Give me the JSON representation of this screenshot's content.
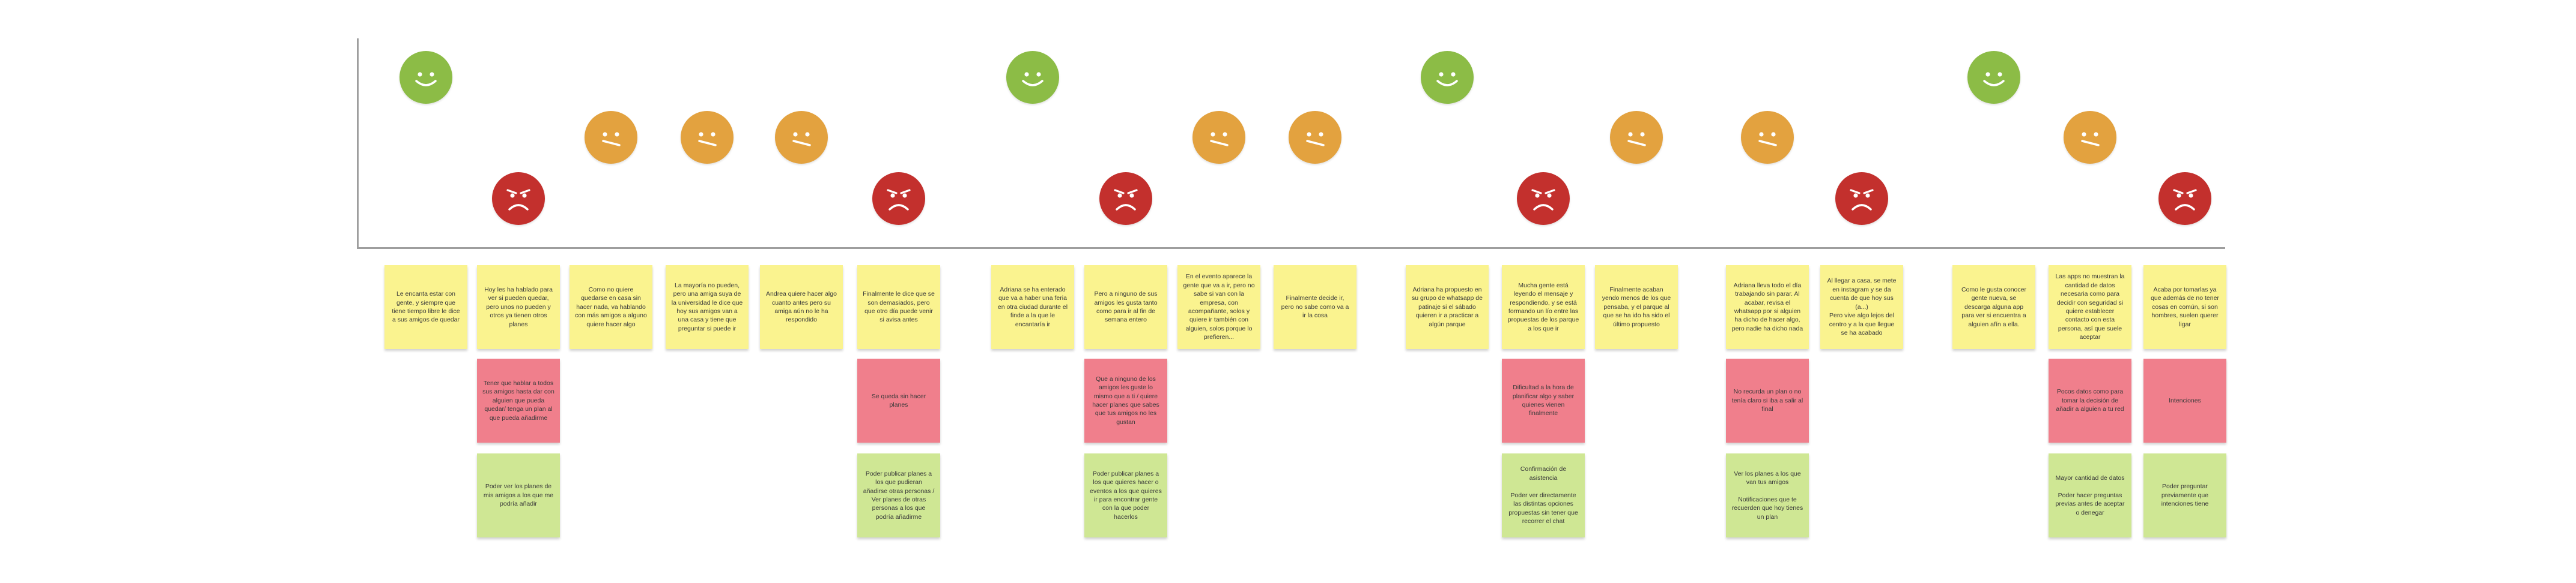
{
  "colors": {
    "happy_face": "#8cbc46",
    "neutral_face": "#e3a23f",
    "sad_face": "#c3302d",
    "yellow_note": "#faf38f",
    "pink_note": "#f07f8c",
    "green_note": "#cfe794",
    "axis": "#9e9e9e"
  },
  "icons": {
    "happy": "happy-face-icon",
    "neutral": "neutral-face-icon",
    "sad": "sad-face-icon"
  },
  "stages": [
    {
      "emotion": "happy",
      "step": "Le encanta estar con gente, y siempre que tiene tiempo libre le dice a sus amigos de quedar"
    },
    {
      "emotion": "sad",
      "step": "Hoy les ha hablado para ver si pueden quedar, pero unos no pueden y otros ya tienen otros planes",
      "pain": "Tener que hablar a todos sus amigos hasta dar con alguien que pueda quedar/ tenga un plan al que pueda añadirme",
      "opportunity": "Poder ver los planes de mis amigos a los que me podría añadir"
    },
    {
      "emotion": "neutral",
      "step": "Como no quiere quedarse en casa sin hacer nada, va hablando con más amigos a alguno quiere hacer algo"
    },
    {
      "emotion": "neutral",
      "step": "La mayoría no pueden, pero una amiga suya de la universidad le dice que hoy sus amigos van a una casa y tiene que preguntar si puede ir"
    },
    {
      "emotion": "neutral",
      "step": "Andrea quiere hacer algo cuanto antes pero su amiga aún no le ha respondido"
    },
    {
      "emotion": "sad",
      "step": "Finalmente le dice que se son demasiados, pero que otro día puede venir si avisa antes",
      "pain": "Se queda sin hacer planes",
      "opportunity": "Poder publicar planes a los que pudieran añadirse otras personas /\nVer planes de otras personas a los que podría añadirme"
    },
    {
      "emotion": "happy",
      "step": "Adriana se ha enterado que va a haber una feria en otra ciudad durante el finde a la que le encantaría ir"
    },
    {
      "emotion": "sad",
      "step": "Pero a ninguno de sus amigos les gusta tanto como para ir al fin de semana entero",
      "pain": "Que a ninguno de los amigos les guste lo mismo que a ti / quiere hacer planes que sabes que tus amigos no les gustan",
      "opportunity": "Poder publicar planes a los que quieres hacer o eventos a los que quieres ir para encontrar gente con la que poder hacerlos"
    },
    {
      "emotion": "neutral",
      "step": "En el evento aparece la gente que va a ir, pero no sabe si van con la empresa, con acompañante, solos y quiere ir también con alguien, solos porque lo prefieren..."
    },
    {
      "emotion": "neutral",
      "step": "Finalmente decide ir, pero no sabe como va a ir la cosa"
    },
    {
      "emotion": "happy",
      "step": "Adriana ha propuesto en su grupo de whatsapp de patinaje si el sábado quieren ir a practicar a algún parque"
    },
    {
      "emotion": "sad",
      "step": "Mucha gente está leyendo el mensaje y respondiendo, y se está formando un lío entre las propuestas de los parque a los que ir",
      "pain": "Dificultad a la hora de planificar algo y saber quienes vienen finalmente",
      "opportunity": "Confirmación de asistencia\n\nPoder ver directamente las distintas opciones propuestas sin tener que recorrer el chat"
    },
    {
      "emotion": "neutral",
      "step": "Finalmente acaban yendo menos de los que pensaba, y el parque al que se ha ido ha sido el último propuesto"
    },
    {
      "emotion": "neutral",
      "step": "Adriana lleva todo el día trabajando sin parar. Al acabar, revisa el whatsapp por si alguien ha dicho de hacer algo, pero nadie ha dicho nada",
      "pain": "No recurda un plan o no tenía claro si iba a salir al final",
      "opportunity": "Ver los planes a los que van tus amigos\n\nNotificaciones que te recuerden que hoy tienes un plan"
    },
    {
      "emotion": "sad",
      "step": "Al llegar a casa, se mete en instagram y se da cuenta de que hoy sus (a...)\nPero vive algo lejos del centro y a la que llegue se ha acabado"
    },
    {
      "emotion": "happy",
      "step": "Como le gusta conocer gente nueva, se descarga alguna app para ver si encuentra a alguien afín a ella."
    },
    {
      "emotion": "neutral",
      "step": "Las apps no muestran la cantidad de datos necesaria como para decidir con seguridad si quiere establecer contacto con esta persona, así que suele aceptar",
      "pain": "Pocos datos como para tomar la decisión de añadir a alguien a tu red",
      "opportunity": "Mayor cantidad de datos\n\nPoder hacer preguntas previas antes de aceptar o denegar"
    },
    {
      "emotion": "sad",
      "step": "Acaba por tomarlas ya que además de no tener cosas en común, si son hombres, suelen querer ligar",
      "pain": "Intenciones",
      "opportunity": "Poder preguntar previamente que intenciones tiene"
    }
  ]
}
